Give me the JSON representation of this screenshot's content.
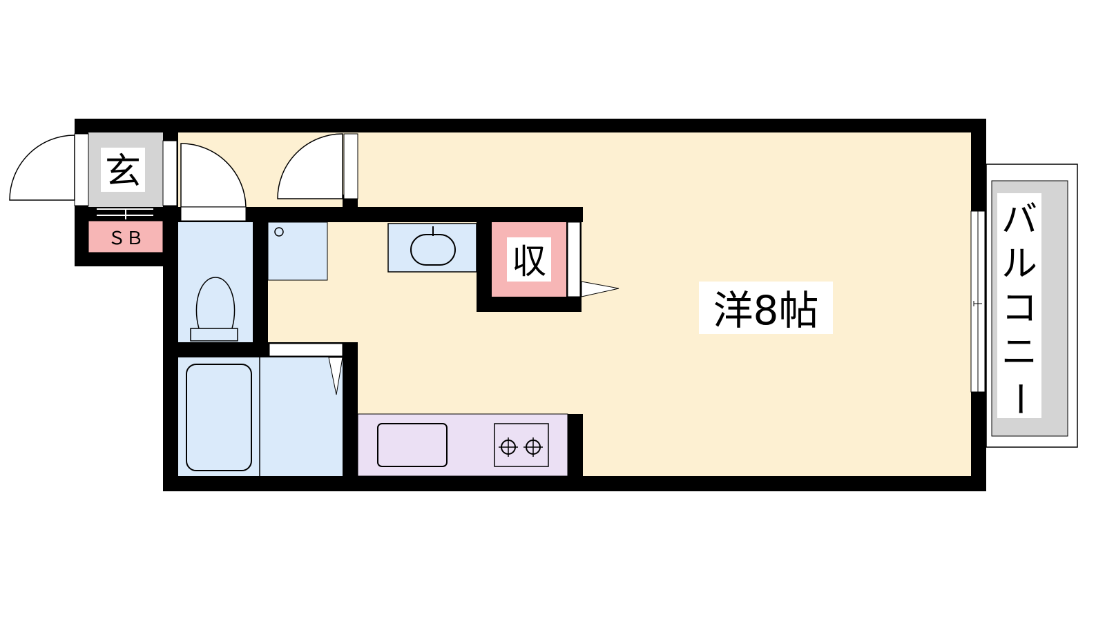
{
  "rooms": {
    "main": "洋8帖",
    "entrance": "玄",
    "shoe_box": "ＳＢ",
    "storage": "収",
    "balcony": [
      "バ",
      "ル",
      "コ",
      "ニ",
      "ー"
    ]
  },
  "colors": {
    "wall": "#000000",
    "room_floor": "#fdf0d2",
    "wet_area": "#daeafa",
    "kitchen": "#ebe0f4",
    "storage": "#f7b6b6",
    "entrance": "#d4d4d4",
    "balcony": "#d4d4d4"
  }
}
